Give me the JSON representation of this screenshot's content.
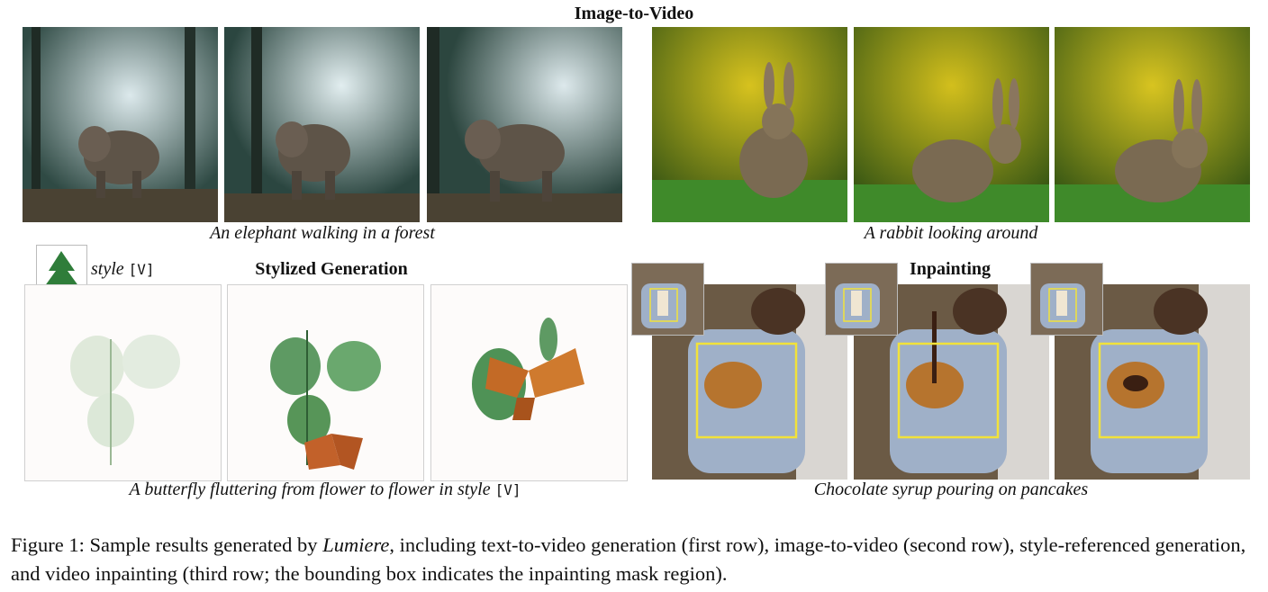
{
  "figure": {
    "figure_label": "Figure 1:",
    "caption_before": "Sample results generated by",
    "caption_model": "Lumiere",
    "caption_after": ", including text-to-video generation (first row), image-to-video (second row), style-referenced generation, and video inpainting (third row; the bounding box indicates the inpainting mask region)."
  },
  "sections": {
    "image_to_video": "Image-to-Video",
    "stylized_generation": "Stylized Generation",
    "inpainting": "Inpainting"
  },
  "style_ref": {
    "label": "style",
    "token": "[V]"
  },
  "captions": {
    "elephant": "An elephant walking in a forest",
    "rabbit": "A rabbit looking around",
    "butterfly_prefix": "A butterfly fluttering from flower to flower in style",
    "butterfly_token": "[V]",
    "pancakes": "Chocolate syrup pouring on pancakes"
  },
  "colors": {
    "mask_box": "#f2e23a",
    "forest_light": "#cfe0e6",
    "rabbit_bg": "#b8a618",
    "plate": "#9fb0c8"
  }
}
